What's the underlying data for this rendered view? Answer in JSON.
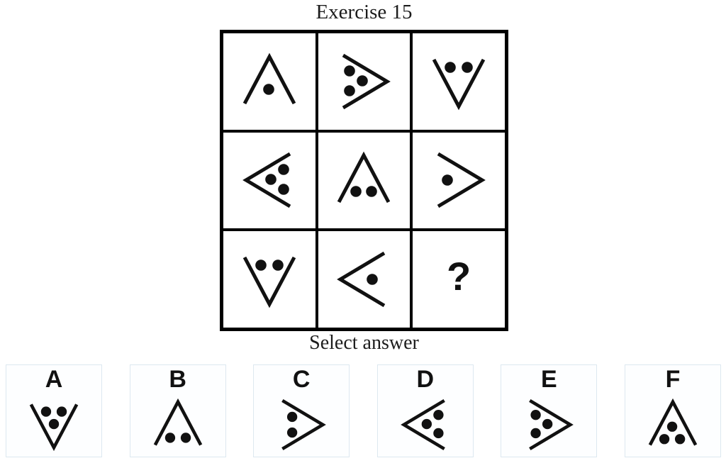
{
  "title": "Exercise 15",
  "select_label": "Select answer",
  "colors": {
    "background": "#ffffff",
    "grid_line": "#000000",
    "shape": "#111111",
    "text": "#1c1c1c",
    "option_border": "#dde8f0",
    "option_background": "#fdfeff"
  },
  "grid": {
    "rows": [
      [
        {
          "shape": "chevron-up",
          "dots": 1,
          "dot_positions": [
            [
              49,
              61
            ]
          ]
        },
        {
          "shape": "chevron-right",
          "dots": 3,
          "dot_positions": [
            [
              30,
              35
            ],
            [
              48,
              49
            ],
            [
              30,
              63
            ]
          ]
        },
        {
          "shape": "chevron-down",
          "dots": 2,
          "dot_positions": [
            [
              38,
              30
            ],
            [
              62,
              30
            ]
          ]
        }
      ],
      [
        {
          "shape": "chevron-left",
          "dots": 3,
          "dot_positions": [
            [
              70,
              35
            ],
            [
              52,
              49
            ],
            [
              70,
              63
            ]
          ]
        },
        {
          "shape": "chevron-up",
          "dots": 2,
          "dot_positions": [
            [
              39,
              66
            ],
            [
              61,
              66
            ]
          ]
        },
        {
          "shape": "chevron-right",
          "dots": 1,
          "dot_positions": [
            [
              34,
              50
            ]
          ]
        }
      ],
      [
        {
          "shape": "chevron-down",
          "dots": 2,
          "dot_positions": [
            [
              38,
              30
            ],
            [
              62,
              30
            ]
          ]
        },
        {
          "shape": "chevron-left",
          "dots": 1,
          "dot_positions": [
            [
              62,
              50
            ]
          ]
        },
        {
          "shape": "question-mark",
          "dots": 0,
          "label": "?"
        }
      ]
    ]
  },
  "options": [
    {
      "label": "A",
      "shape": "chevron-down",
      "dots": 3,
      "dot_positions": [
        [
          38,
          30
        ],
        [
          62,
          30
        ],
        [
          50,
          49
        ]
      ]
    },
    {
      "label": "B",
      "shape": "chevron-up",
      "dots": 2,
      "dot_positions": [
        [
          38,
          70
        ],
        [
          62,
          70
        ]
      ]
    },
    {
      "label": "C",
      "shape": "chevron-right",
      "dots": 2,
      "dot_positions": [
        [
          36,
          38
        ],
        [
          36,
          62
        ]
      ]
    },
    {
      "label": "D",
      "shape": "chevron-left",
      "dots": 3,
      "dot_positions": [
        [
          70,
          35
        ],
        [
          52,
          49
        ],
        [
          70,
          63
        ]
      ]
    },
    {
      "label": "E",
      "shape": "chevron-right",
      "dots": 3,
      "dot_positions": [
        [
          30,
          35
        ],
        [
          48,
          49
        ],
        [
          30,
          63
        ]
      ]
    },
    {
      "label": "F",
      "shape": "chevron-up",
      "dots": 3,
      "dot_positions": [
        [
          49,
          53
        ],
        [
          37,
          72
        ],
        [
          61,
          72
        ]
      ]
    }
  ]
}
